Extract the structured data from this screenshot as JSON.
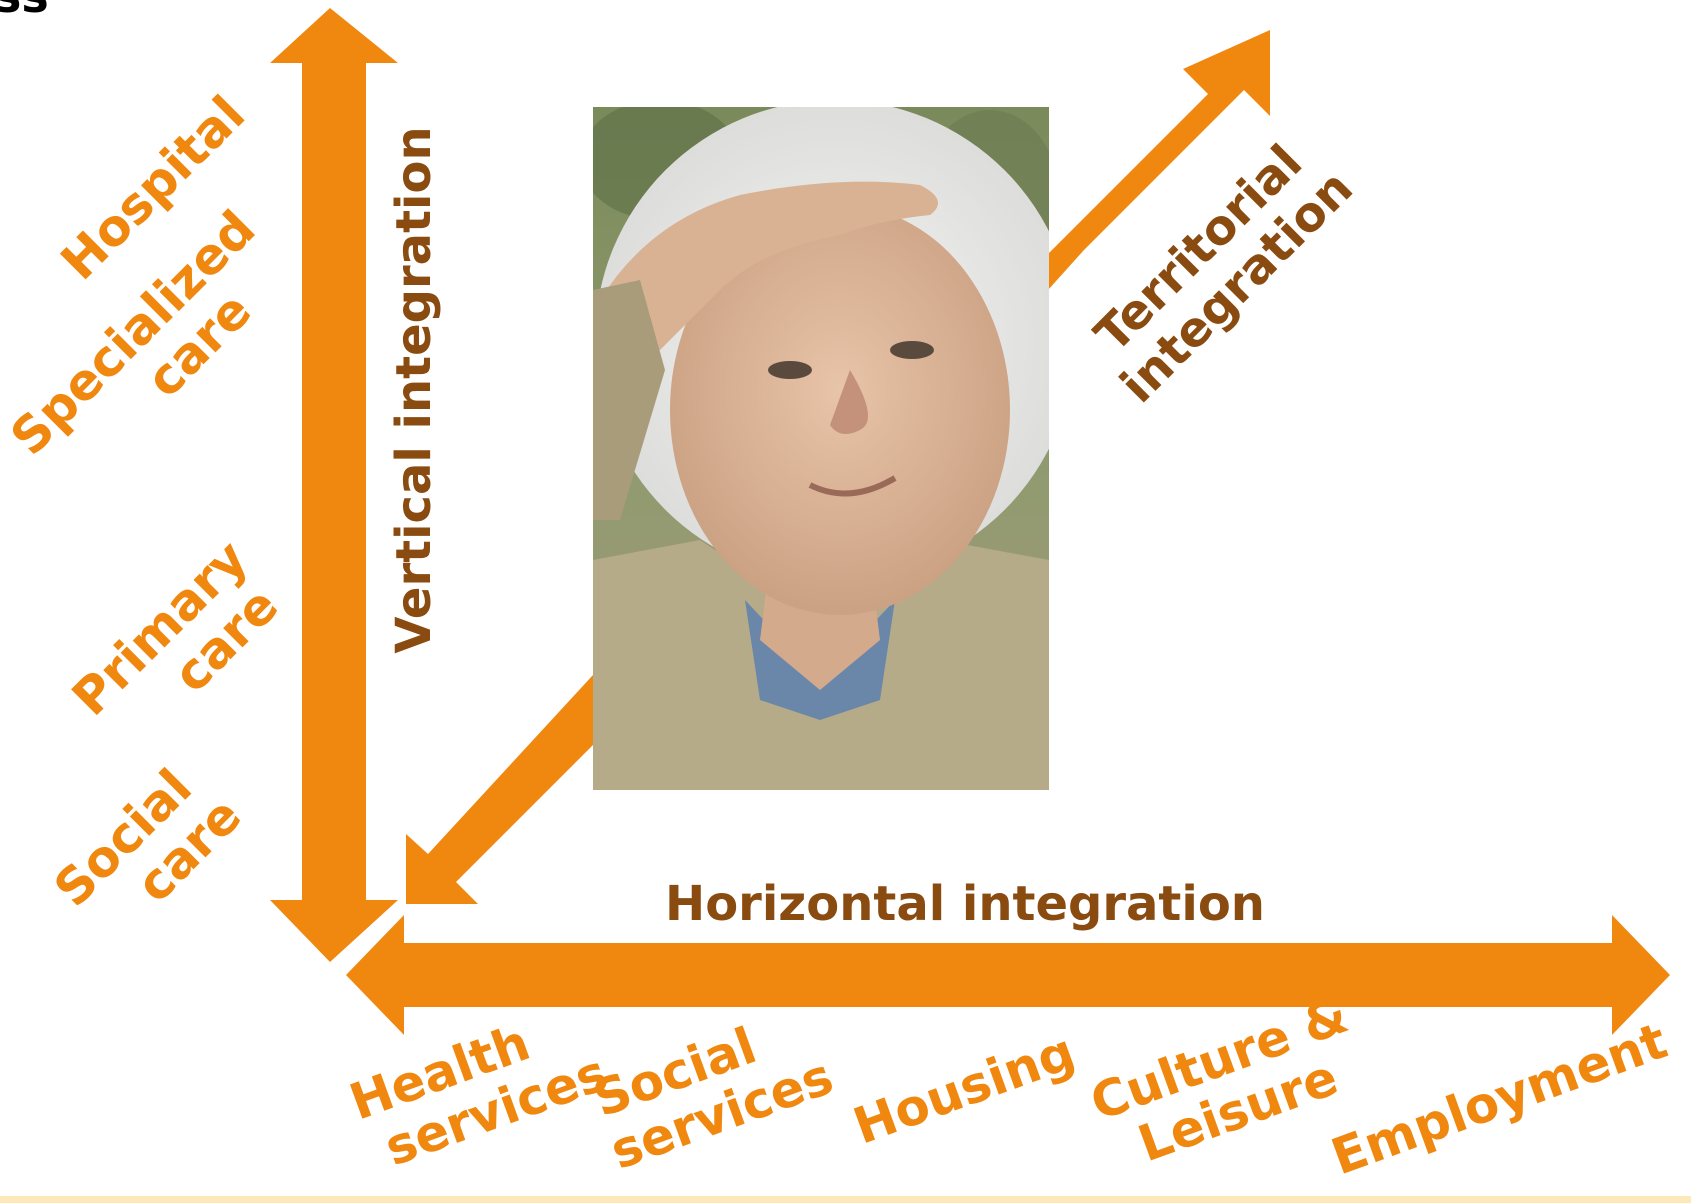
{
  "colors": {
    "arrow": "#f0880f",
    "category_text": "#f0880f",
    "axis_text": "#8a4b10",
    "bottom_band": "#fde9b8"
  },
  "title_fragment": "ss",
  "photo": {
    "description": "elderly-woman-shading-eyes"
  },
  "axes": {
    "vertical": "Vertical integration",
    "horizontal": "Horizontal integration",
    "territorial_line1": "Territorial",
    "territorial_line2": "integration"
  },
  "vertical_levels": [
    {
      "line1": "Hospital",
      "line2": ""
    },
    {
      "line1": "Specialized",
      "line2": "care"
    },
    {
      "line1": "Primary",
      "line2": "care"
    },
    {
      "line1": "Social",
      "line2": "care"
    }
  ],
  "horizontal_sectors": [
    {
      "line1": "Health",
      "line2": "services"
    },
    {
      "line1": "Social",
      "line2": "services"
    },
    {
      "line1": "Housing",
      "line2": ""
    },
    {
      "line1": "Culture &",
      "line2": "Leisure"
    },
    {
      "line1": "Employment",
      "line2": ""
    }
  ]
}
